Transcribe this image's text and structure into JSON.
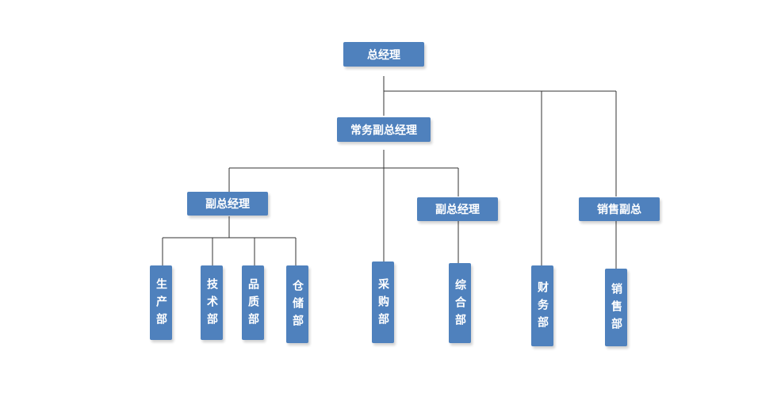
{
  "org_chart": {
    "ceo": "总经理",
    "executive_vp": "常务副总经理",
    "vp_left": "副总经理",
    "vp_middle": "副总经理",
    "sales_vp": "销售副总",
    "departments": {
      "production": "生产部",
      "technology": "技术部",
      "quality": "品质部",
      "warehouse": "仓储部",
      "purchasing": "采购部",
      "general_affairs": "综合部",
      "finance": "财务部",
      "sales": "销售部"
    }
  },
  "colors": {
    "box_fill": "#4f81bd",
    "line": "#333333",
    "text": "#ffffff"
  }
}
